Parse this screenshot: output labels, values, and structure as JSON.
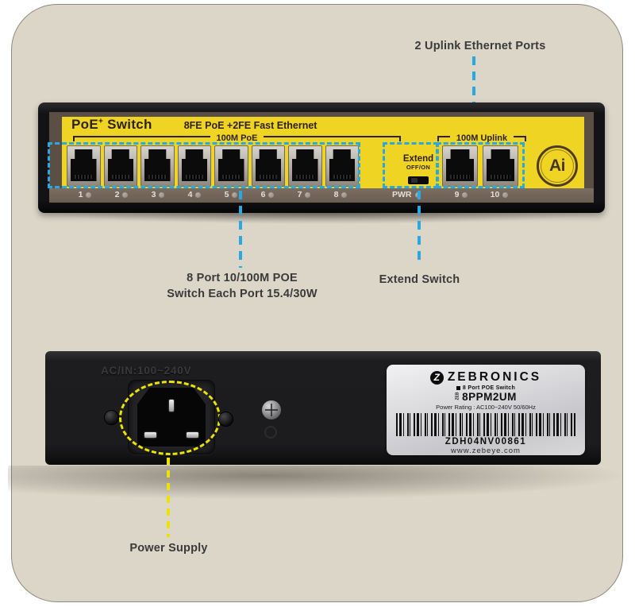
{
  "colors": {
    "card_bg": "#dcd6c9",
    "accent_blue": "#2aa8e0",
    "accent_yellow": "#ede300",
    "panel_yellow": "#f0d424",
    "panel_brown": "#5a4e45"
  },
  "annotations": {
    "uplink_label": "2 Uplink Ethernet Ports",
    "poe_line1": "8 Port 10/100M POE",
    "poe_line2": "Switch Each Port 15.4/30W",
    "extend_label": "Extend Switch",
    "power_label": "Power Supply"
  },
  "front_panel": {
    "title_poe": "PoE",
    "title_plus": "+",
    "title_switch": " Switch",
    "subtitle": "8FE PoE +2FE Fast Ethernet",
    "poe_group": "100M PoE",
    "uplink_group": "100M Uplink",
    "extend": "Extend",
    "extend_onoff": "OFF/ON",
    "pwr": "PWR",
    "ports": [
      "1",
      "2",
      "3",
      "4",
      "5",
      "6",
      "7",
      "8"
    ],
    "uplink_ports": [
      "9",
      "10"
    ],
    "ai_logo": "Ai"
  },
  "back_panel": {
    "ac_marking": "AC/IN:100~240V",
    "label": {
      "brand_z": "Z",
      "brand": "ZEBRONICS",
      "product": "8 Port POE Switch",
      "model_prefix": "ZEB",
      "model": "8PPM2UM",
      "rating": "Power Rating : AC100~240V 50/60Hz",
      "serial": "ZDH04NV00861",
      "website": "www.zebeye.com"
    }
  }
}
